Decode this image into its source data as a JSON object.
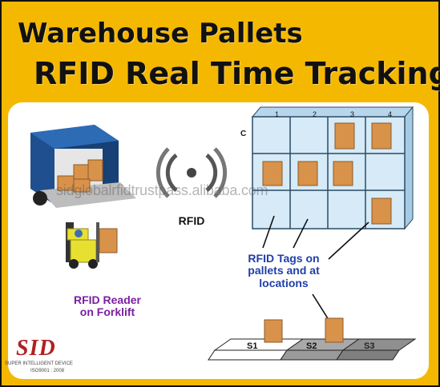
{
  "title": {
    "line1": "Warehouse Pallets",
    "line2": "RFID Real Time Tracking"
  },
  "diagram": {
    "rack_label": "C",
    "rack_columns": [
      "1",
      "2",
      "3",
      "4"
    ],
    "rfid_icon_label": "RFID",
    "tags_label_lines": [
      "RFID Tags on",
      "pallets and at",
      "locations"
    ],
    "reader_label_lines": [
      "RFID Reader",
      "on Forklift"
    ],
    "floor_slots": [
      "S1",
      "S2",
      "S3"
    ]
  },
  "watermark": "sidglobalrfidtrustpass.alibaba.com",
  "logo": {
    "text": "SID",
    "tagline": "SUPER INTELLIGENT DEVICE",
    "iso": "ISO9001 : 2008"
  },
  "colors": {
    "background": "#f5b800",
    "tag_label": "#1f3fa8",
    "reader_label": "#7a1fa2",
    "rack": "#d6ebf7",
    "pallet_box": "#d9924a",
    "logo": "#b02020"
  }
}
